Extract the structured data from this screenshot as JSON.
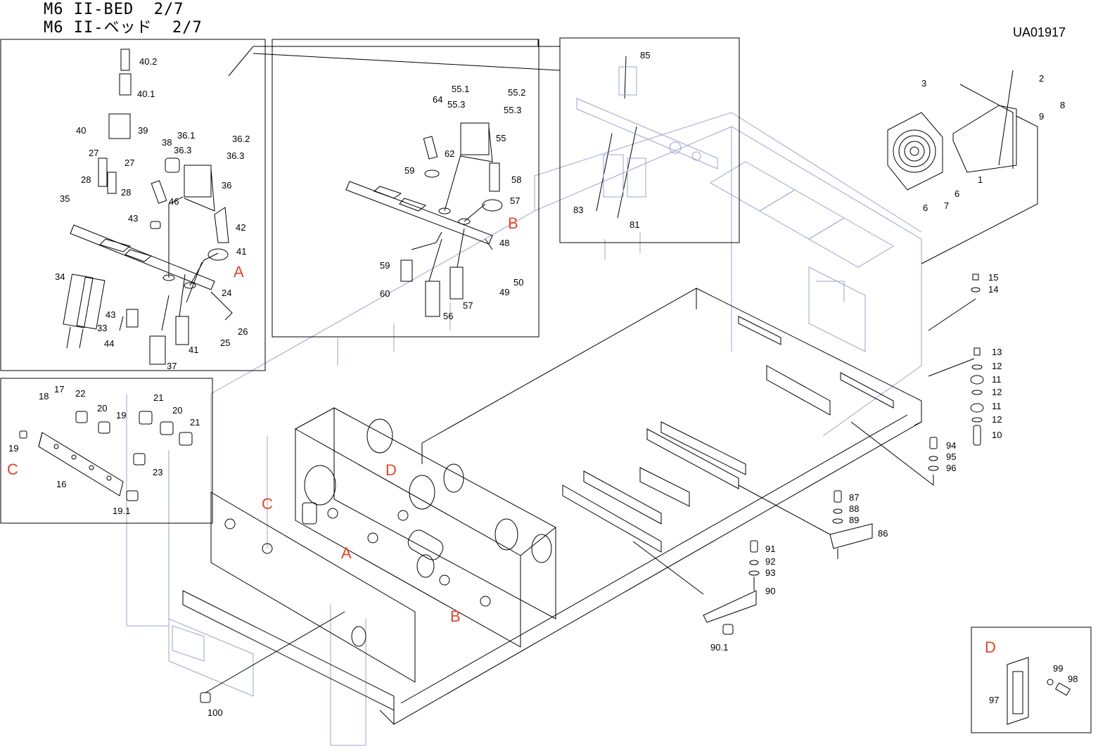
{
  "header": {
    "title_en": "M6 II-BED  2/7",
    "title_ja": "M6 II-ベッド  2/7",
    "doc_id": "UA01917"
  },
  "ref_letters": {
    "A": "A",
    "B": "B",
    "C": "C",
    "D": "D"
  },
  "panel_a_labels": [
    "40.2",
    "40.1",
    "40",
    "39",
    "38",
    "36.1",
    "36.2",
    "36.3",
    "36.3",
    "36",
    "27",
    "27",
    "28",
    "28",
    "35",
    "46",
    "42",
    "43",
    "41",
    "34",
    "24",
    "43",
    "33",
    "44",
    "37",
    "41",
    "25",
    "26"
  ],
  "panel_b_labels": [
    "55.1",
    "55.2",
    "64",
    "55.3",
    "55.3",
    "55",
    "62",
    "59",
    "58",
    "57",
    "48",
    "59",
    "50",
    "60",
    "49",
    "57",
    "56"
  ],
  "panel_top_labels": [
    "85",
    "83",
    "81"
  ],
  "panel_c_labels": [
    "17",
    "18",
    "22",
    "20",
    "19",
    "21",
    "20",
    "21",
    "19",
    "16",
    "23",
    "19.1"
  ],
  "panel_d_labels": [
    "99",
    "98",
    "97"
  ],
  "fan_labels": [
    "2",
    "3",
    "8",
    "9",
    "6",
    "1",
    "6",
    "7"
  ],
  "main_labels": [
    "15",
    "14",
    "13",
    "12",
    "11",
    "12",
    "11",
    "12",
    "10",
    "94",
    "95",
    "96",
    "87",
    "88",
    "89",
    "86",
    "91",
    "92",
    "93",
    "90",
    "90.1",
    "100"
  ]
}
